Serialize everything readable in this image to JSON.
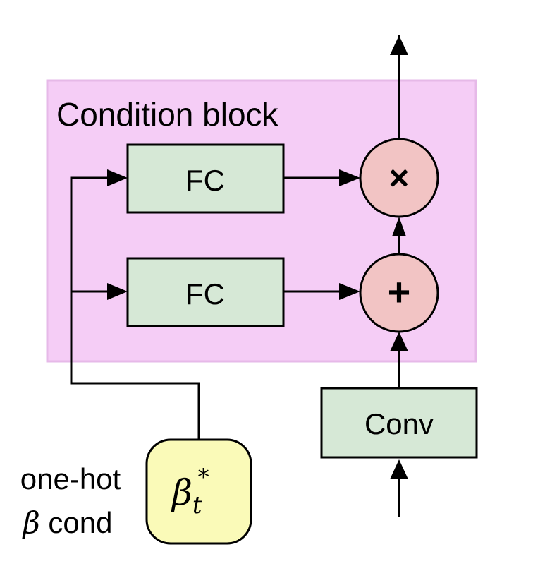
{
  "block": {
    "title": "Condition block",
    "fill": "#f5cdf6",
    "border": "#e6b9e8"
  },
  "fc_top": {
    "label": "FC"
  },
  "fc_bottom": {
    "label": "FC"
  },
  "conv": {
    "label": "Conv"
  },
  "multiply": {
    "symbol": "×"
  },
  "add": {
    "symbol": "+"
  },
  "cond": {
    "symbol": "β",
    "subscript": "t",
    "superscript": "*",
    "caption_line1": "one-hot",
    "caption_line2_symbol": "β",
    "caption_line2_text": " cond"
  },
  "colors": {
    "box_fill": "#d6e8d6",
    "op_fill": "#f2c4c4",
    "cond_fill": "#fafab8",
    "stroke": "#000000"
  }
}
